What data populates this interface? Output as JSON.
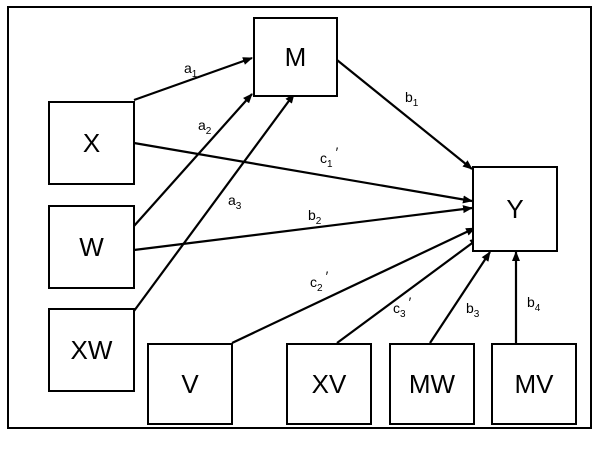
{
  "nodes": {
    "m": "M",
    "x": "X",
    "w": "W",
    "xw": "XW",
    "v": "V",
    "xv": "XV",
    "mw": "MW",
    "mv": "MV",
    "y": "Y"
  },
  "edges": {
    "a1": {
      "base": "a",
      "sub": "1",
      "prime": ""
    },
    "a2": {
      "base": "a",
      "sub": "2",
      "prime": ""
    },
    "a3": {
      "base": "a",
      "sub": "3",
      "prime": ""
    },
    "b1": {
      "base": "b",
      "sub": "1",
      "prime": ""
    },
    "c1": {
      "base": "c",
      "sub": "1",
      "prime": "′"
    },
    "b2": {
      "base": "b",
      "sub": "2",
      "prime": ""
    },
    "c2": {
      "base": "c",
      "sub": "2",
      "prime": "′"
    },
    "c3": {
      "base": "c",
      "sub": "3",
      "prime": "′"
    },
    "b3": {
      "base": "b",
      "sub": "3",
      "prime": ""
    },
    "b4": {
      "base": "b",
      "sub": "4",
      "prime": ""
    }
  }
}
